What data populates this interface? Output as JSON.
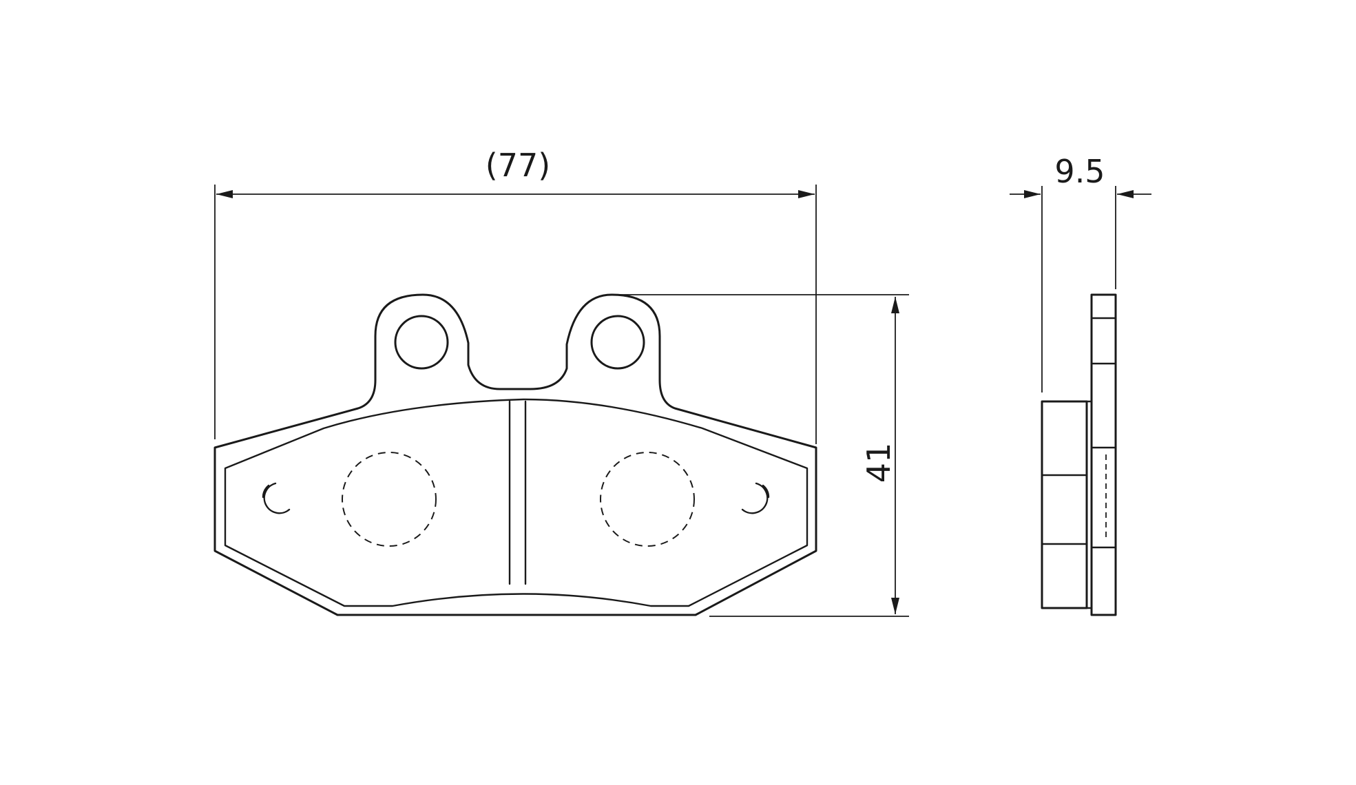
{
  "dimensions": {
    "overall_width": "(77)",
    "height": "41",
    "thickness": "9.5"
  },
  "line_color": "#1a1a1a",
  "background_color": "#ffffff"
}
